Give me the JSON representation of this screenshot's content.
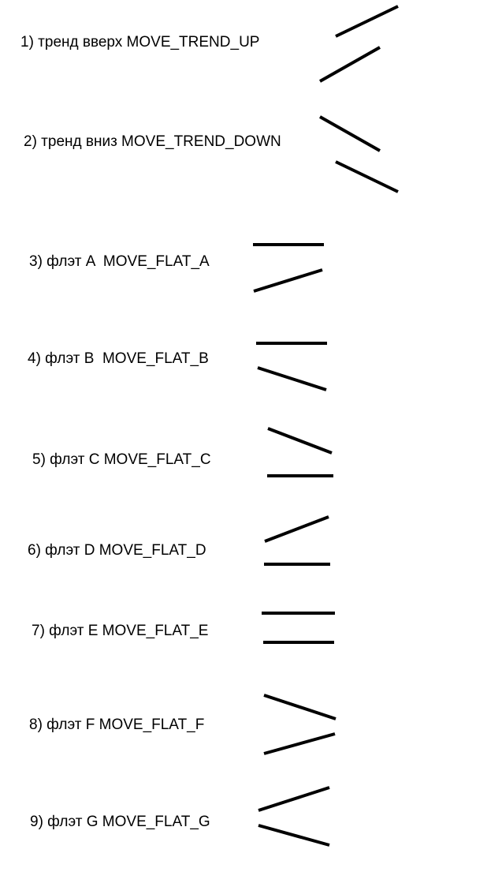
{
  "items": [
    {
      "label": "1) тренд вверх MOVE_TREND_UP"
    },
    {
      "label": "2) тренд вниз MOVE_TREND_DOWN"
    },
    {
      "label": "3) флэт A  MOVE_FLAT_A"
    },
    {
      "label": "4) флэт B  MOVE_FLAT_B"
    },
    {
      "label": "5) флэт C MOVE_FLAT_C"
    },
    {
      "label": "6) флэт D MOVE_FLAT_D"
    },
    {
      "label": "7) флэт E MOVE_FLAT_E"
    },
    {
      "label": "8) флэт F MOVE_FLAT_F"
    },
    {
      "label": "9) флэт G MOVE_FLAT_G"
    }
  ],
  "colors": {
    "background": "#ffffff",
    "ink": "#000000"
  }
}
